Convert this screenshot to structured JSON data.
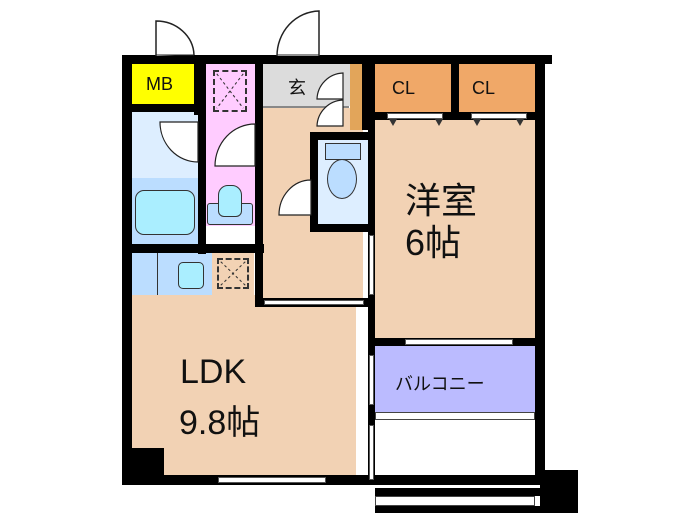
{
  "floorplan": {
    "rooms": {
      "mb": {
        "label": "MB",
        "color": "#ffff00"
      },
      "entrance": {
        "label": "玄",
        "color": "#dcdcdc"
      },
      "closet_left": {
        "label": "CL",
        "color": "#f0a868"
      },
      "closet_right": {
        "label": "CL",
        "color": "#f0a868"
      },
      "western_room": {
        "name": "洋室",
        "size": "6帖",
        "color": "#f2d2b4"
      },
      "ldk": {
        "name": "LDK",
        "size": "9.8帖",
        "color": "#f2d2b4"
      },
      "balcony": {
        "label": "バルコニー",
        "color": "#bbbbff"
      },
      "bathroom": {
        "color": "#ddeeff"
      },
      "washroom": {
        "color": "#ffccff"
      },
      "toilet": {
        "color": "#ddeeff"
      },
      "hallway": {
        "color": "#f2d2b4"
      },
      "shoebox": {
        "color": "#e2a55a"
      }
    },
    "colors": {
      "wall": "#000000",
      "fixture_blue": "#aaeeff",
      "fixture_light": "#bbddff"
    }
  }
}
